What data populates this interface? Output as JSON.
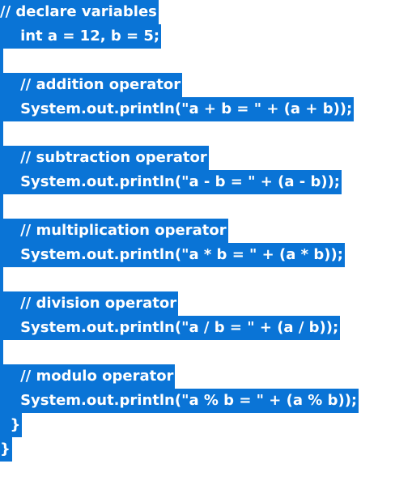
{
  "code": {
    "lines": [
      "// declare variables",
      "    int a = 12, b = 5;",
      "",
      "    // addition operator",
      "    System.out.println(\"a + b = \" + (a + b));",
      "",
      "    // subtraction operator",
      "    System.out.println(\"a - b = \" + (a - b));",
      "",
      "    // multiplication operator",
      "    System.out.println(\"a * b = \" + (a * b));",
      "",
      "    // division operator",
      "    System.out.println(\"a / b = \" + (a / b));",
      "",
      "    // modulo operator",
      "    System.out.println(\"a % b = \" + (a % b));",
      "  }",
      "}"
    ]
  },
  "selection_color": "#0a74d6",
  "text_color": "#ffffff"
}
